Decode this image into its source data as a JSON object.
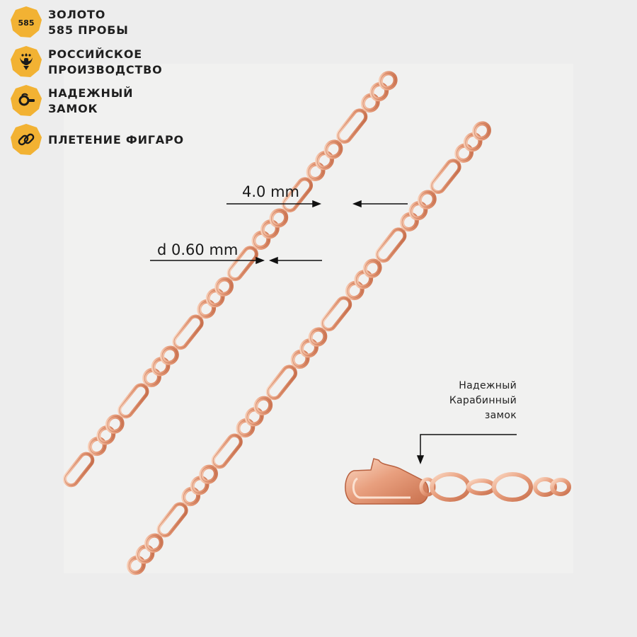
{
  "features": [
    {
      "icon": "585-badge-icon",
      "badge_text": "585",
      "line1": "ЗОЛОТО",
      "line2": "585 ПРОБЫ"
    },
    {
      "icon": "coat-of-arms-icon",
      "line1": "РОССИЙСКОЕ",
      "line2": "ПРОИЗВОДСТВО"
    },
    {
      "icon": "lock-clasp-icon",
      "line1": "НАДЕЖНЫЙ",
      "line2": "ЗАМОК"
    },
    {
      "icon": "chain-link-icon",
      "line1": "ПЛЕТЕНИЕ ФИГАРО"
    }
  ],
  "dimensions": {
    "width_label": "4.0 mm",
    "diameter_label": "d 0.60 mm"
  },
  "clasp_note": {
    "line1": "Надежный",
    "line2": "Карабинный",
    "line3": "замок"
  },
  "colors": {
    "badge": "#f2b233",
    "gold": "#e89f7e",
    "gold_dark": "#c9704d",
    "gold_light": "#fbd9c4",
    "background": "#ededed",
    "photo_background": "#f1f1f0"
  }
}
